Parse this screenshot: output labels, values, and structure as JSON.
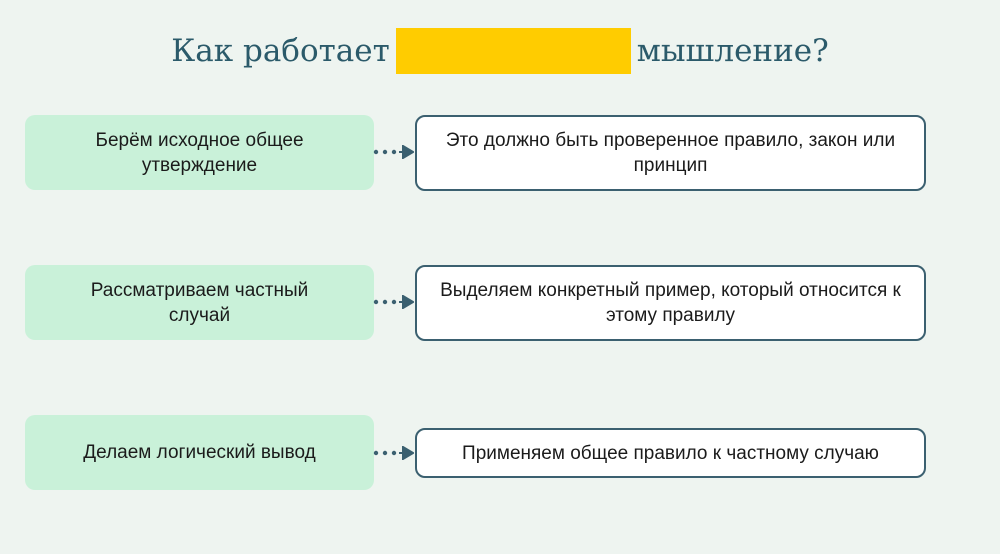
{
  "title": {
    "before": "Как работает",
    "after": "мышление?"
  },
  "rows": [
    {
      "step": "Берём исходное общее утверждение",
      "detail": "Это должно быть проверенное правило, закон или принцип"
    },
    {
      "step": "Рассматриваем частный случай",
      "detail": "Выделяем конкретный пример, который относится к этому правилу"
    },
    {
      "step": "Делаем логический вывод",
      "detail": "Применяем общее правило к частному случаю"
    }
  ],
  "colors": {
    "title": "#2b5a6a",
    "highlight": "#ffcc00",
    "step_bg": "#c9f1d9",
    "border": "#3b6070"
  }
}
